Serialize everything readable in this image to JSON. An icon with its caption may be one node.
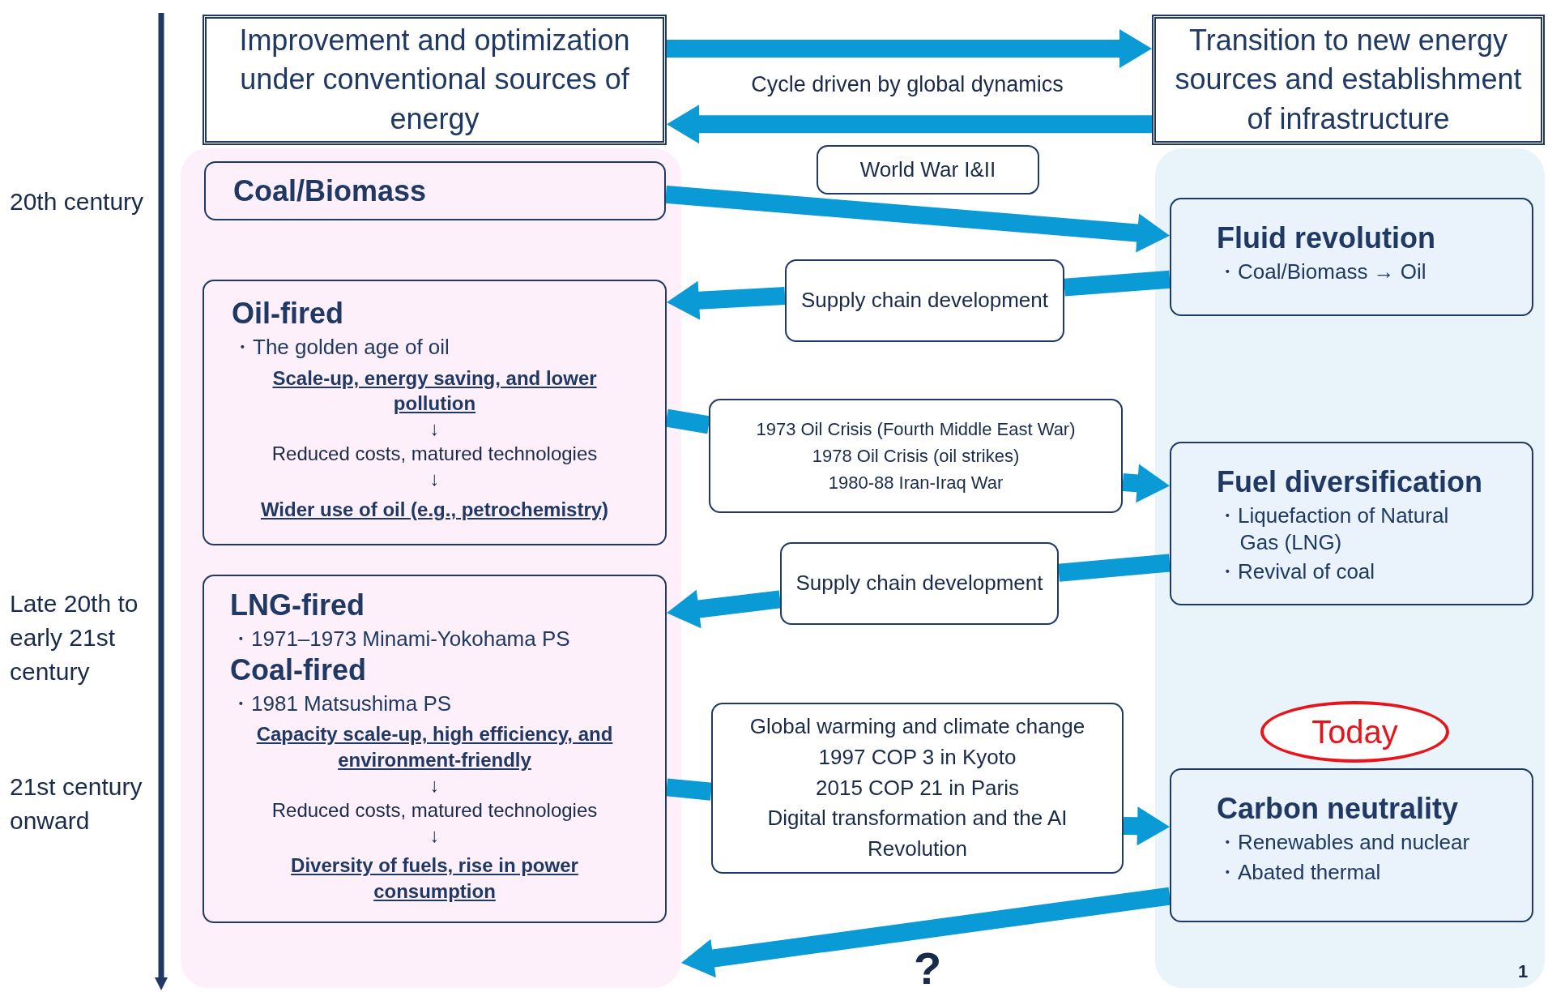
{
  "diagram": {
    "nodes": [
      {
        "text": [
          "Improvement and optimization under conventional sources of energy"
        ]
      },
      {
        "text": [
          "Transition to new energy sources and establishment of infrastructure"
        ]
      },
      {
        "text": [],
        "shape": "box"
      },
      {
        "text": [
          "Coal/Biomass"
        ],
        "in": 2
      },
      {
        "text": [
          "Oil-fired",
          "・The golden age of oil",
          "Scale-up, energy saving, and lower pollution",
          "↓",
          "Reduced costs, matured technologies",
          "↓",
          "Wider use of oil (e.g., petrochemistry)"
        ],
        "in": 2
      },
      {
        "text": [
          "LNG-fired",
          "・1971–1973 Minami-Yokohama PS",
          "Coal-fired",
          "・1981 Matsushima PS",
          "Capacity scale-up, high efficiency, and environment-friendly",
          "↓",
          "Reduced costs, matured technologies",
          "↓",
          "Diversity of fuels, rise in power consumption"
        ],
        "in": 2
      },
      {
        "text": [],
        "shape": "box"
      },
      {
        "text": [
          "Fluid revolution",
          "・Coal/Biomass → Oil"
        ],
        "in": 6
      },
      {
        "text": [
          "Fuel diversification",
          "・Liquefaction of Natural Gas (LNG)",
          "・Revival of coal"
        ],
        "in": 6
      },
      {
        "text": [
          "Carbon neutrality",
          "・Renewables and nuclear",
          "・Abated thermal"
        ],
        "in": 6
      },
      {
        "text": [
          "Today"
        ],
        "in": 6
      },
      {
        "text": [
          "World War I&II"
        ]
      },
      {
        "text": [
          "Supply chain development"
        ]
      },
      {
        "text": [
          "1973 Oil Crisis (Fourth Middle East War)",
          "1978 Oil Crisis (oil strikes)",
          "1980-88 Iran-Iraq War"
        ]
      },
      {
        "text": [
          "Supply chain development"
        ]
      },
      {
        "text": [
          "Global warming and climate change",
          "1997 COP 3 in Kyoto",
          "2015 COP 21 in Paris",
          "Digital transformation and the AI Revolution"
        ]
      }
    ],
    "edges": [
      {
        "from": 0,
        "to": 1,
        "arrow": "to"
      },
      {
        "from": 1,
        "to": 0,
        "arrow": "to"
      },
      {
        "from": 3,
        "to": 7,
        "arrow": "to"
      },
      {
        "from": 7,
        "to": 12,
        "arrow": "none"
      },
      {
        "from": 12,
        "to": 4,
        "arrow": "to"
      },
      {
        "from": 4,
        "to": 13,
        "arrow": "none"
      },
      {
        "from": 13,
        "to": 8,
        "arrow": "to"
      },
      {
        "from": 8,
        "to": 14,
        "arrow": "none"
      },
      {
        "from": 14,
        "to": 5,
        "arrow": "to"
      },
      {
        "from": 5,
        "to": 15,
        "arrow": "none"
      },
      {
        "from": 15,
        "to": 9,
        "arrow": "to"
      },
      {
        "from": 9,
        "to": 2,
        "arrow": "to"
      }
    ],
    "labels": [
      "Cycle driven by global dynamics",
      "20th century",
      "Late 20th to early 21st century",
      "21st century onward",
      "?",
      "1"
    ]
  }
}
